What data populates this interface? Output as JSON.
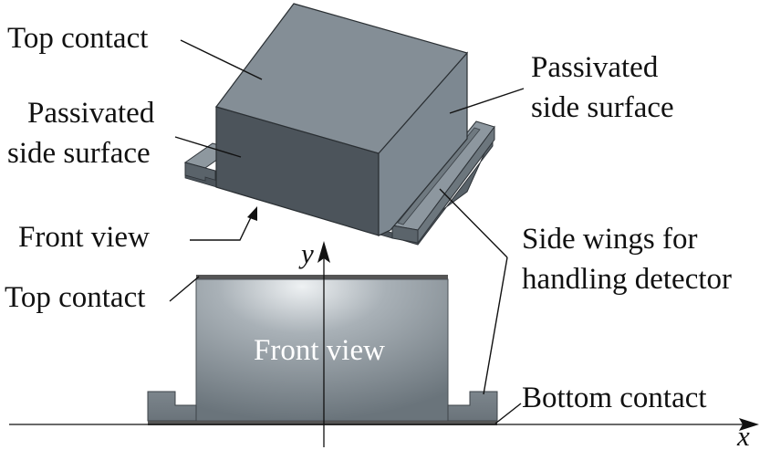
{
  "labels": {
    "top_contact_3d": "Top contact",
    "passivated_left_line1": "Passivated",
    "passivated_left_line2": "side surface",
    "passivated_right_line1": "Passivated",
    "passivated_right_line2": "side surface",
    "front_view_pointer": "Front view",
    "side_wings_line1": "Side wings for",
    "side_wings_line2": "handling detector",
    "top_contact_front": "Top contact",
    "bottom_contact": "Bottom contact",
    "front_view_center": "Front view"
  },
  "axes": {
    "x_label": "x",
    "y_label": "y"
  },
  "colors": {
    "top_face": "#858f97",
    "front_face": "#4d555c",
    "right_face": "#7a858e",
    "wing_top": "#8d979f",
    "contact": "#555555",
    "front_body_light": "#e8ecef",
    "front_body_dark": "#6c767d"
  }
}
